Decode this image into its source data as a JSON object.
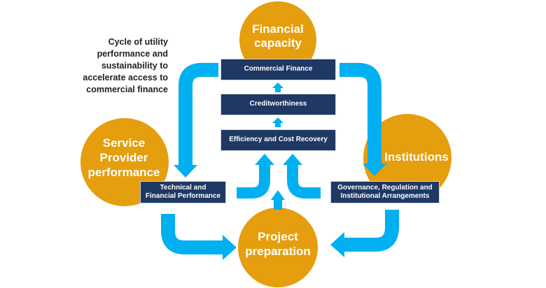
{
  "caption": "Cycle of utility performance and sustainability to accelerate access to commercial finance",
  "circles": {
    "financial": "Financial capacity",
    "service": "Service Provider performance",
    "institutions": "Institutions",
    "project": "Project preparation"
  },
  "boxes": {
    "commercial": "Commercial Finance",
    "credit": "Creditworthiness",
    "efficiency": "Efficiency and Cost Recovery",
    "technical": "Technical and Financial Performance",
    "governance": "Governance, Regulation and Institutional Arrangements"
  },
  "colors": {
    "orange": "#E59E0E",
    "navy": "#1F3864",
    "arrow": "#00B0F0"
  }
}
